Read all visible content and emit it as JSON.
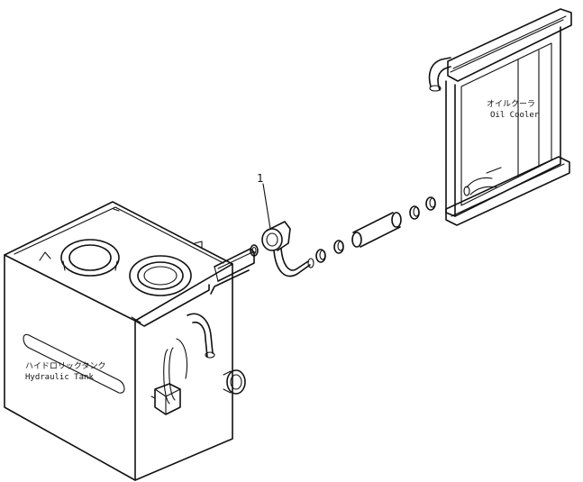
{
  "callouts": [
    {
      "id": "1",
      "text": "1"
    }
  ],
  "labels": {
    "oil_cooler_jp": "オイルクーラ",
    "oil_cooler_en": "Oil  Cooler",
    "hydraulic_tank_jp": "ハイドロリックタンク",
    "hydraulic_tank_en": "Hydraulic  Tank"
  }
}
